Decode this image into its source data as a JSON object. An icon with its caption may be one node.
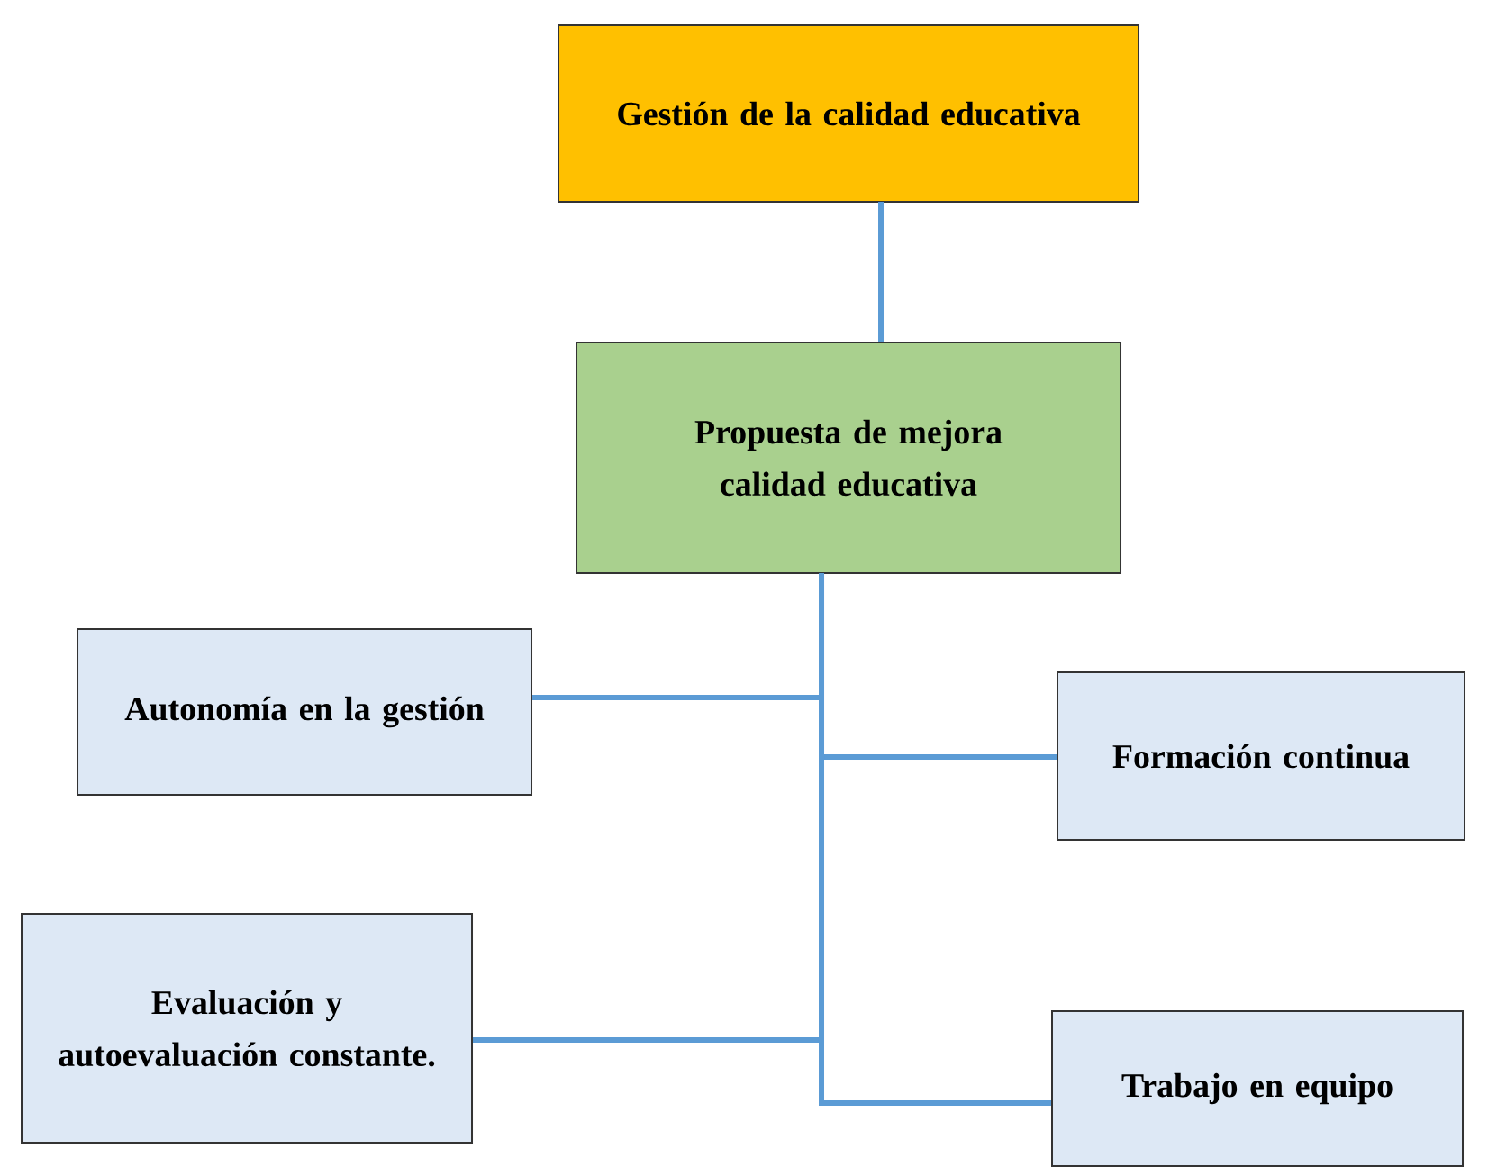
{
  "diagram": {
    "nodes": [
      {
        "text": [
          "Gestión de la calidad educativa"
        ]
      },
      {
        "text": [
          "Propuesta de mejora calidad educativa"
        ]
      },
      {
        "text": [
          "Autonomía en la gestión"
        ]
      },
      {
        "text": [
          "Formación continua"
        ]
      },
      {
        "text": [
          "Evaluación y autoevaluación constante."
        ]
      },
      {
        "text": [
          "Trabajo en equipo"
        ]
      }
    ],
    "edges": [
      {
        "from": 0,
        "to": 1,
        "arrow": "none"
      },
      {
        "from": 1,
        "to": 2,
        "arrow": "none"
      },
      {
        "from": 1,
        "to": 3,
        "arrow": "none"
      },
      {
        "from": 1,
        "to": 4,
        "arrow": "none"
      },
      {
        "from": 1,
        "to": 5,
        "arrow": "none"
      }
    ]
  }
}
